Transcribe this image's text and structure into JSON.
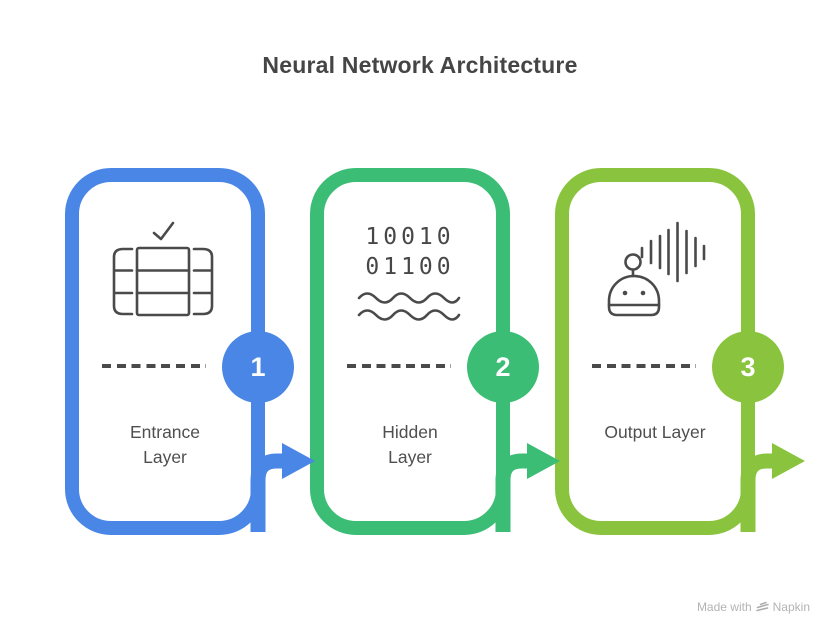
{
  "title": "Neural Network Architecture",
  "steps": [
    {
      "number": "1",
      "label": "Entrance\nLayer",
      "color": "#4a86e6"
    },
    {
      "number": "2",
      "label": "Hidden\nLayer",
      "color": "#3bbd75",
      "binary_text": "10010\n01100"
    },
    {
      "number": "3",
      "label": "Output Layer",
      "color": "#8ac43e"
    }
  ],
  "footer": {
    "made_with": "Made with",
    "brand": "Napkin"
  }
}
